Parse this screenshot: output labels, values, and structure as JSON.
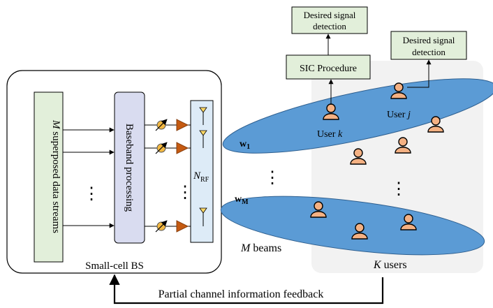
{
  "bs": {
    "label": "Small-cell BS",
    "streams_italic": "M",
    "streams_text": " superposed data streams",
    "vdots": "⋮",
    "baseband_label": "Baseband  processing",
    "rf_italic": "N",
    "rf_sub": "RF"
  },
  "beams": {
    "w1_main": "w",
    "w1_sub": "1",
    "wM_main": "w",
    "wM_sub": "M",
    "count_italic": "M",
    "count_text": " beams",
    "vdots": "⋮"
  },
  "users": {
    "user_k_text": "User ",
    "user_k_italic": "k",
    "user_j_text": "User ",
    "user_j_italic": "j",
    "count_italic": "K",
    "count_text": " users",
    "vdots": "⋮"
  },
  "sic": {
    "label": "SIC Procedure"
  },
  "detection_1": {
    "line1": "Desired signal",
    "line2": "detection"
  },
  "detection_2": {
    "line1": "Desired signal",
    "line2": "detection"
  },
  "feedback": {
    "label": "Partial channel information feedback"
  },
  "colors": {
    "green_fill": "#e2efda",
    "baseband_fill": "#d9dcf0",
    "rf_fill": "#ddebf7",
    "beam_fill": "#5b9bd5",
    "user_fill": "#f4b183",
    "amp_fill": "#c55a11",
    "phase_fill": "#f4b942",
    "antenna_fill": "#ffd966",
    "user_area_fill": "#f2f2f2"
  }
}
